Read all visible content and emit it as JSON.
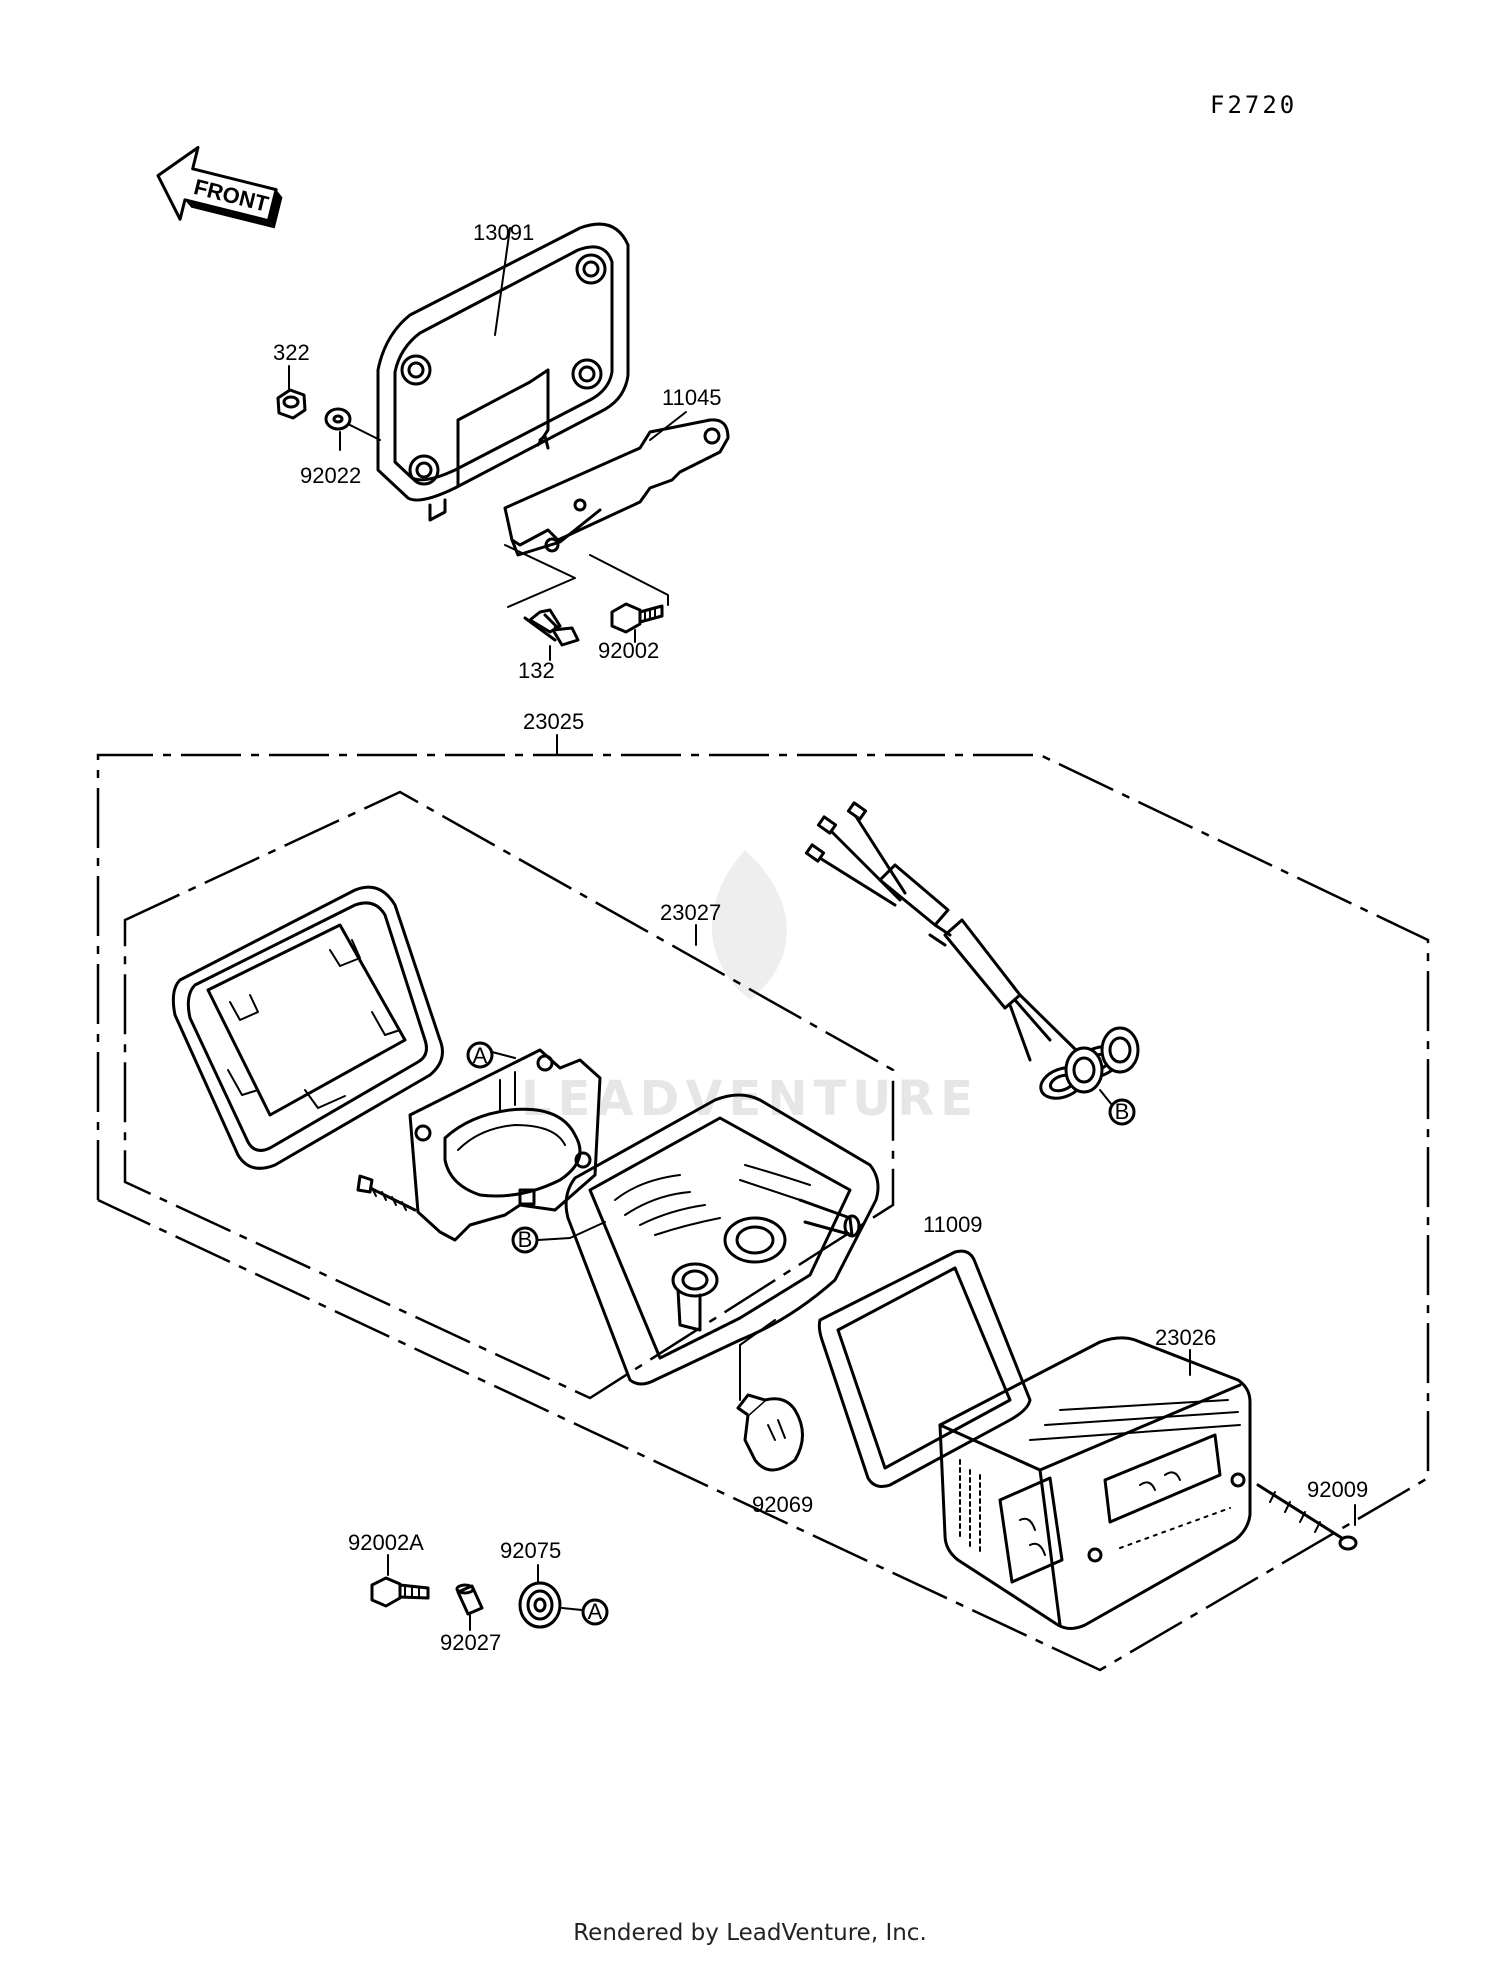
{
  "diagram_code": "F2720",
  "front_label": "FRONT",
  "watermark": "LEADVENTURE",
  "footer": "Rendered by LeadVenture, Inc.",
  "callouts": {
    "a_label": "A",
    "b_label": "B"
  },
  "parts": {
    "p13091": "13091",
    "p322": "322",
    "p92022": "92022",
    "p11045": "11045",
    "p132": "132",
    "p92002": "92002",
    "p23025": "23025",
    "p23027": "23027",
    "p11009": "11009",
    "p23026": "23026",
    "p92009": "92009",
    "p92069": "92069",
    "p92002A": "92002A",
    "p92075": "92075",
    "p92027": "92027"
  }
}
